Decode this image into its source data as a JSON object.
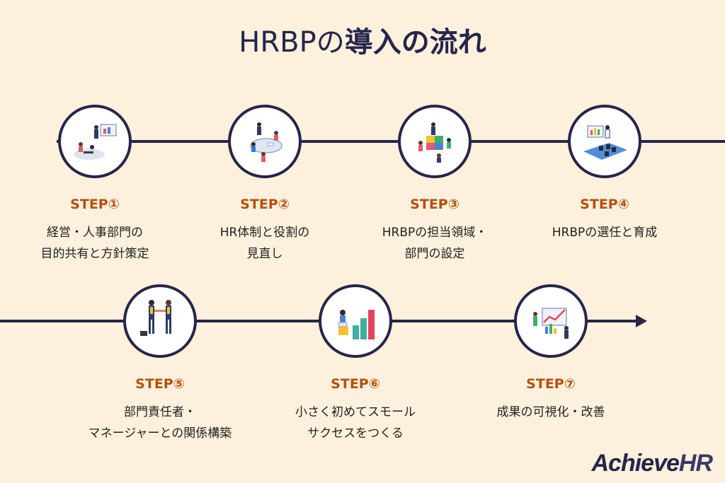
{
  "title": {
    "part1": "HRBPの",
    "part2": "導入の流れ"
  },
  "steps": [
    {
      "label": "STEP①",
      "lines": [
        "経営・人事部門の",
        "目的共有と方針策定"
      ],
      "icon": "meeting-presentation-icon"
    },
    {
      "label": "STEP②",
      "lines": [
        "HR体制と役割の",
        "見直し"
      ],
      "icon": "team-discussion-icon"
    },
    {
      "label": "STEP③",
      "lines": [
        "HRBPの担当領域・",
        "部門の設定"
      ],
      "icon": "puzzle-collaboration-icon"
    },
    {
      "label": "STEP④",
      "lines": [
        "HRBPの選任と育成",
        ""
      ],
      "icon": "training-session-icon"
    },
    {
      "label": "STEP⑤",
      "lines": [
        "部門責任者・",
        "マネージャーとの関係構築"
      ],
      "icon": "handshake-icon"
    },
    {
      "label": "STEP⑥",
      "lines": [
        "小さく初めてスモール",
        "サクセスをつくる"
      ],
      "icon": "growth-chart-icon"
    },
    {
      "label": "STEP⑦",
      "lines": [
        "成果の可視化・改善",
        ""
      ],
      "icon": "data-visualization-icon"
    }
  ],
  "logo": {
    "part1": "Achieve",
    "part2": "HR"
  },
  "colors": {
    "background": "#fdf0dc",
    "navy": "#26264a",
    "step_label": "#b4500f"
  }
}
